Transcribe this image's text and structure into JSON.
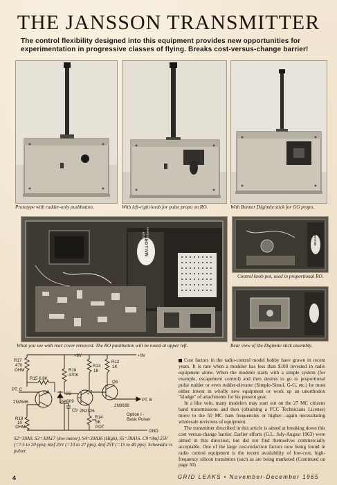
{
  "header": {
    "title": "THE JANSSON TRANSMITTER",
    "subtitle": "The control flexibility designed into this equipment provides new opportunities for experimentation in progressive classes of flying. Breaks cost-versus-change barrier!"
  },
  "photos": {
    "caption_1": "Prototype with rudder-only pushbutton.",
    "caption_2": "With left-right knob for pulse propo on RO.",
    "caption_3": "With Bonner Digimite stick for GG propo.",
    "caption_4": "What you see with rear cover removed. The RO pushbutton will be noted at upper left.",
    "caption_5": "Control knob pot, used in proportional RO.",
    "caption_6": "Rear view of the Digimite stick assembly.",
    "battery_label": "MALLORY",
    "battery_text_1": "TRANSISTOR",
    "battery_text_2": "RADIO BATTERY",
    "battery_text_3": "M-1603",
    "battery_small_label": "MALLORY"
  },
  "schematic": {
    "plus9v_top": "+9V",
    "plus9v_right": "+9V",
    "r17": "R17",
    "r17_val": "470",
    "r17_unit": "OHM",
    "r15": "R15 6.8K",
    "r16": "R16",
    "r16_val": "470K",
    "r13": "R13",
    "r13_val": "1K",
    "r12": "R12",
    "r12_val": "1K",
    "q8": "Q8",
    "q7": "Q7",
    "q6": "Q6",
    "d3": "D3",
    "d3_part": "1N4009",
    "q8_part": "2N2646",
    "q7_part": "2N2926",
    "q6_part": "2N3638",
    "ptc": "PT. C",
    "ptb": "PT. B",
    "c9": "C9",
    "r18": "R18",
    "r18_val": "10",
    "r18_unit": "OHM",
    "r14": "R14",
    "r14_val": "5K",
    "r14_unit": "POT",
    "option": "Option I -",
    "option2": "Basic Pulser",
    "gnd": "GND",
    "notes": "S2=39A9, S3=30A17 (low motor), S4=30A16 (High), S5=39A16. C9=8mf 25V (=7.5 to 20 pps), 6mf 25V (=10 to 27 pps), 4mf 25V (=15 to 40 pps). Schematic is pulser."
  },
  "article": {
    "p1": "Cost factors in the radio-control model hobby have grown in recent years. It is rare when a modeler has less than $100 invested in radio equipment alone. When the modeler starts with a simple system (for example, escapement control) and then desires to go to proportional pulse rudder or even rudder-elevator (Simple-Simul, G-G, etc.) he must either invest in wholly new equipment or work up an unorthodox \"kludge\" of attachments for his present gear.",
    "p2": "In a like vein, many modelers may start out on the 27 MC citizens band transmissions and then (obtaining a FCC Technicians License) move to the 50 MC ham frequencies or higher—again necessitating wholesale revisions of equipment.",
    "p3": "The transmitter described in this article is aimed at breaking down this cost versus-change barrier. Earlier efforts (G.L. July-August 1963) were aimed in this direction, but did not find themselves commercially acceptable. One of the large cost-reduction factors now being found in radio control equipment is the recent availability of low-cost, high-frequency silicon transistors (such as are being marketed (Continued on page 30)"
  },
  "footer": {
    "page_number": "4",
    "issue": "GRID LEAKS • November-December 1965"
  }
}
